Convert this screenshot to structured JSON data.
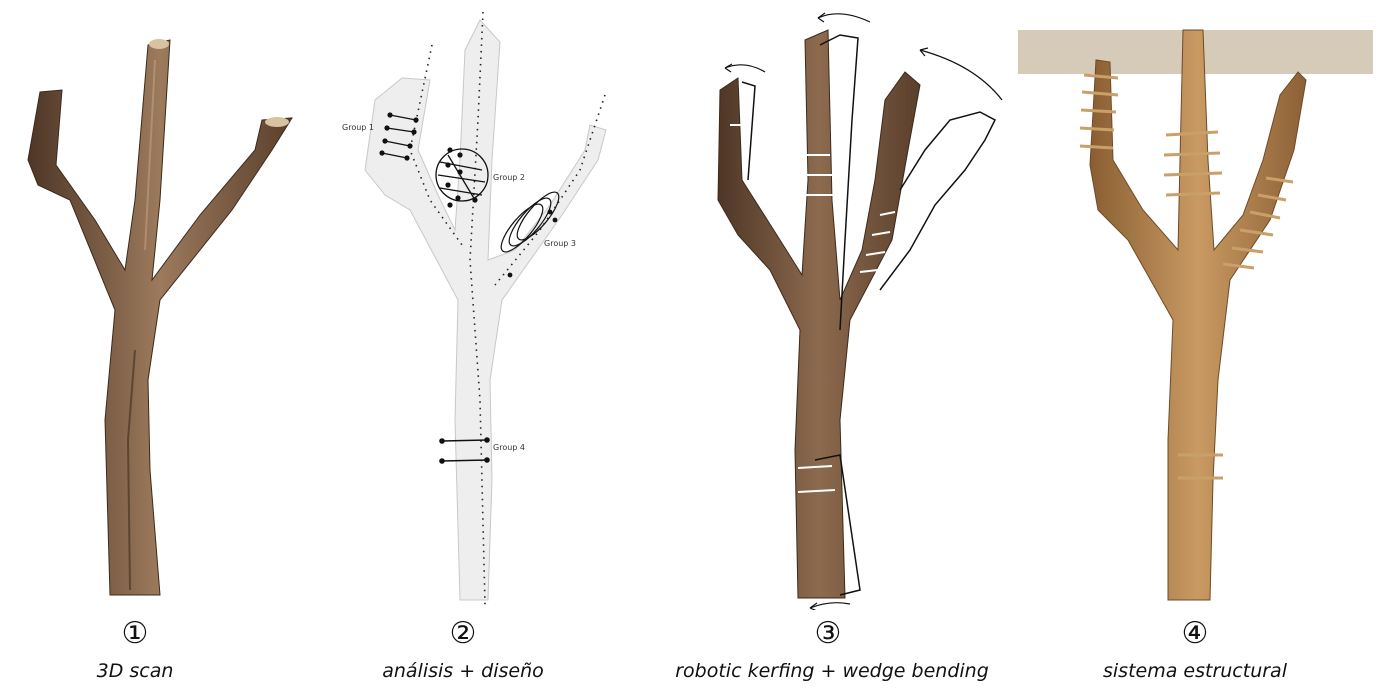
{
  "panels": [
    {
      "number": "①",
      "caption": "3D scan"
    },
    {
      "number": "②",
      "caption": "análisis + diseño"
    },
    {
      "number": "③",
      "caption": "robotic kerfing + wedge bending"
    },
    {
      "number": "④",
      "caption": "sistema estructural"
    }
  ],
  "groups": [
    "Group 1",
    "Group 2",
    "Group 3",
    "Group 4"
  ],
  "colors": {
    "wood": "#7a5a40",
    "wood_light": "#a98462",
    "wood_dark": "#4e3626",
    "analysis_fill": "#eeeeee",
    "support_beam": "#d6cbb8",
    "final_wood": "#b98a52"
  }
}
